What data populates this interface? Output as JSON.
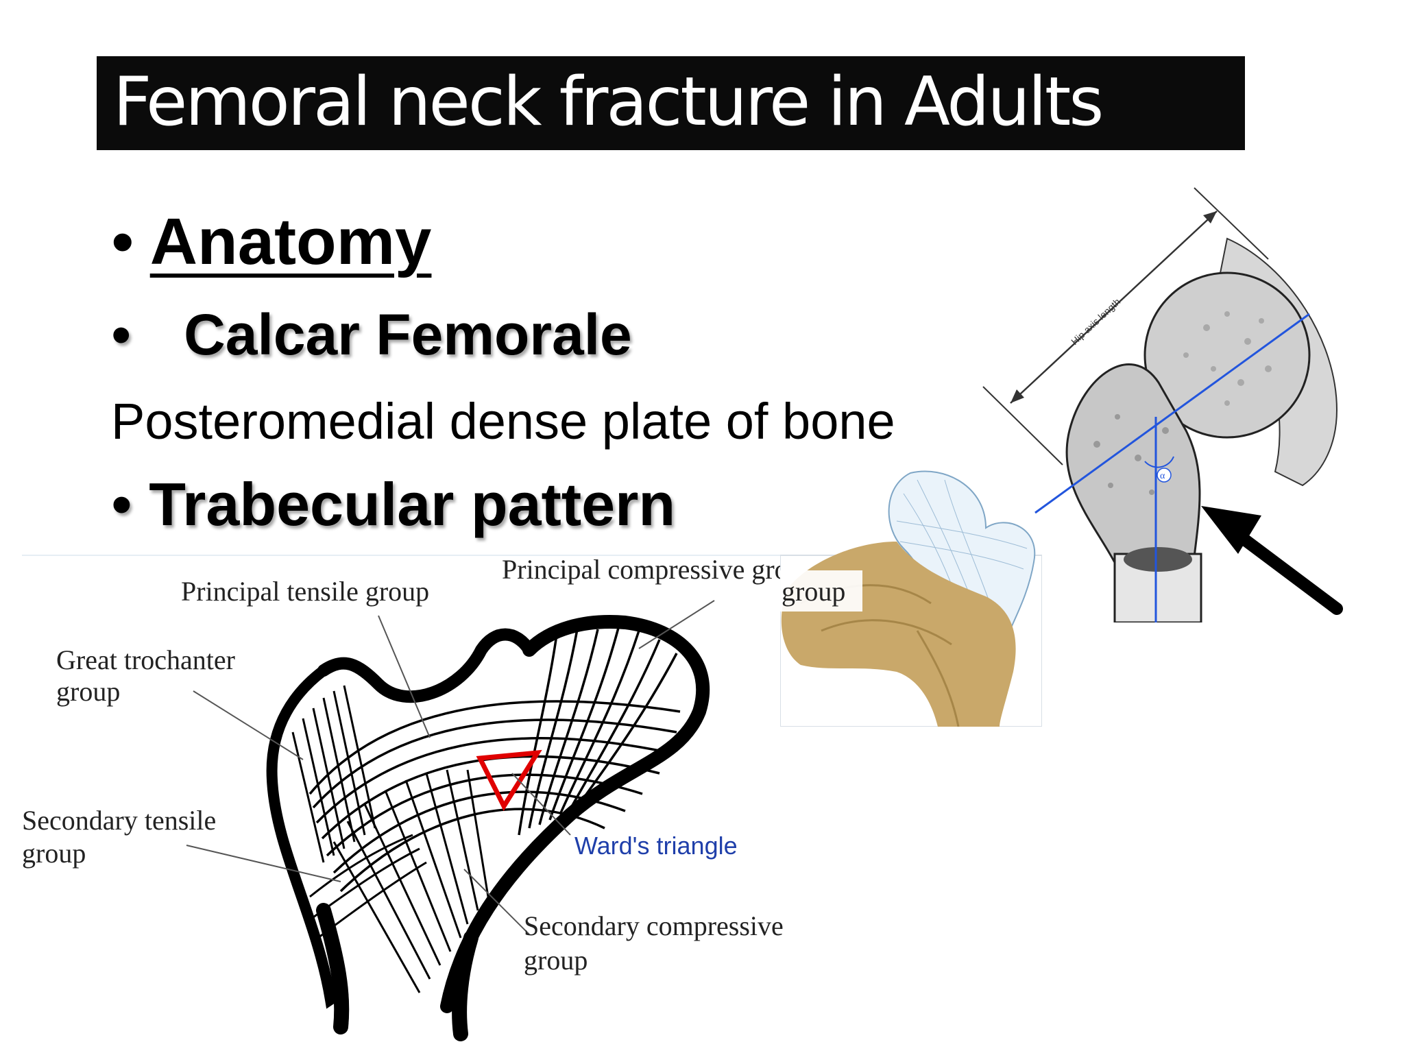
{
  "slide": {
    "title": "Femoral neck fracture in Adults",
    "bullets": [
      {
        "bullet": "•",
        "text": "Anatomy"
      },
      {
        "bullet": "•",
        "text": "Calcar Femorale"
      },
      {
        "bullet": "•",
        "text": "Trabecular pattern"
      }
    ],
    "description": "Posteromedial dense plate of bone"
  },
  "diagram": {
    "labels": {
      "principal_tensile": "Principal tensile group",
      "principal_compressive": "Principal compressive group",
      "great_trochanter_line1": "Great trochanter",
      "great_trochanter_line2": "group",
      "secondary_tensile_line1": "Secondary tensile",
      "secondary_tensile_line2": "group",
      "wards_triangle": "Ward's triangle",
      "secondary_compressive_line1": "Secondary compressive",
      "secondary_compressive_line2": "group"
    },
    "hip_axis_label": "Hip axis length",
    "angle_symbol": "α"
  },
  "colors": {
    "title_bg": "#0b0b0b",
    "title_fg": "#ffffff",
    "ward_label": "#1f3faa",
    "ward_triangle": "#e00000",
    "axis_line": "#2255dd",
    "bone_fill": "#c9a86a"
  }
}
